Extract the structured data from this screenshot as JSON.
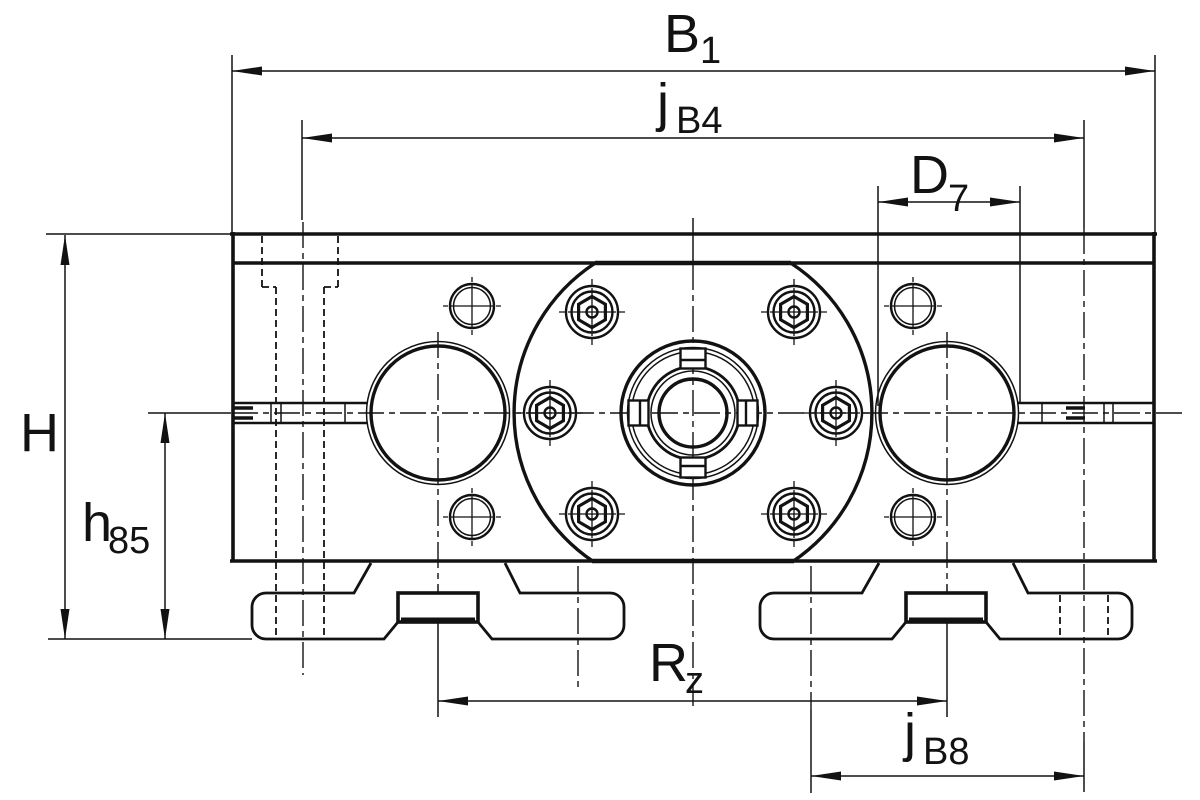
{
  "drawing": {
    "background": "#ffffff",
    "ink": "#121212",
    "labels": {
      "b1": {
        "main": "B",
        "sub": "1"
      },
      "jb4": {
        "main": "j",
        "sub": "B4"
      },
      "d7": {
        "main": "D",
        "sub": "7"
      },
      "h": {
        "main": "H",
        "sub": ""
      },
      "h85": {
        "main": "h",
        "sub": "85"
      },
      "rz": {
        "main": "R",
        "sub": "z"
      },
      "jb8": {
        "main": "j",
        "sub": "B8"
      }
    }
  }
}
